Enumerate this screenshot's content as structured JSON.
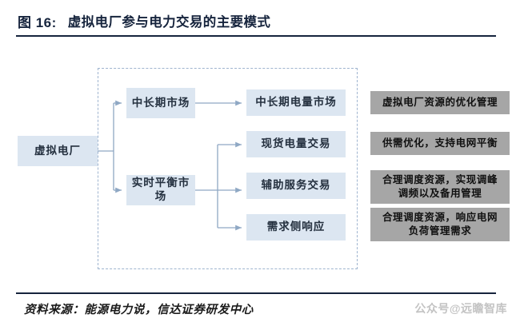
{
  "header": {
    "figure_number": "图 16:",
    "title": "虚拟电厂参与电力交易的主要模式"
  },
  "diagram": {
    "root": {
      "label": "虚拟电厂"
    },
    "markets": [
      {
        "id": "mlt",
        "label": "中长期市场"
      },
      {
        "id": "rtb",
        "label": "实时平衡市场"
      }
    ],
    "transactions": [
      {
        "id": "mlt-energy",
        "label": "中长期电量市场"
      },
      {
        "id": "spot",
        "label": "现货电量交易"
      },
      {
        "id": "ancillary",
        "label": "辅助服务交易"
      },
      {
        "id": "demand",
        "label": "需求侧响应"
      }
    ],
    "notes": [
      {
        "id": "note-1",
        "line1": "虚拟电厂资源的优化管理",
        "line2": ""
      },
      {
        "id": "note-2",
        "line1": "供需优化，支持电网平衡",
        "line2": ""
      },
      {
        "id": "note-3",
        "line1": "合理调度资源，实现调峰",
        "line2": "调频以及备用管理"
      },
      {
        "id": "note-4",
        "line1": "合理调度资源，响应电网",
        "line2": "负荷管理需求"
      }
    ],
    "colors": {
      "node_blue_fill": "#dce6f1",
      "node_gray_fill": "#a6a6a6",
      "connector": "#8fa8c4",
      "dashed_region_border": "#9fb4cf",
      "rule": "#16243d"
    }
  },
  "footer": {
    "source": "资料来源：能源电力说，信达证券研发中心",
    "watermark": "公众号@远瞻智库"
  }
}
